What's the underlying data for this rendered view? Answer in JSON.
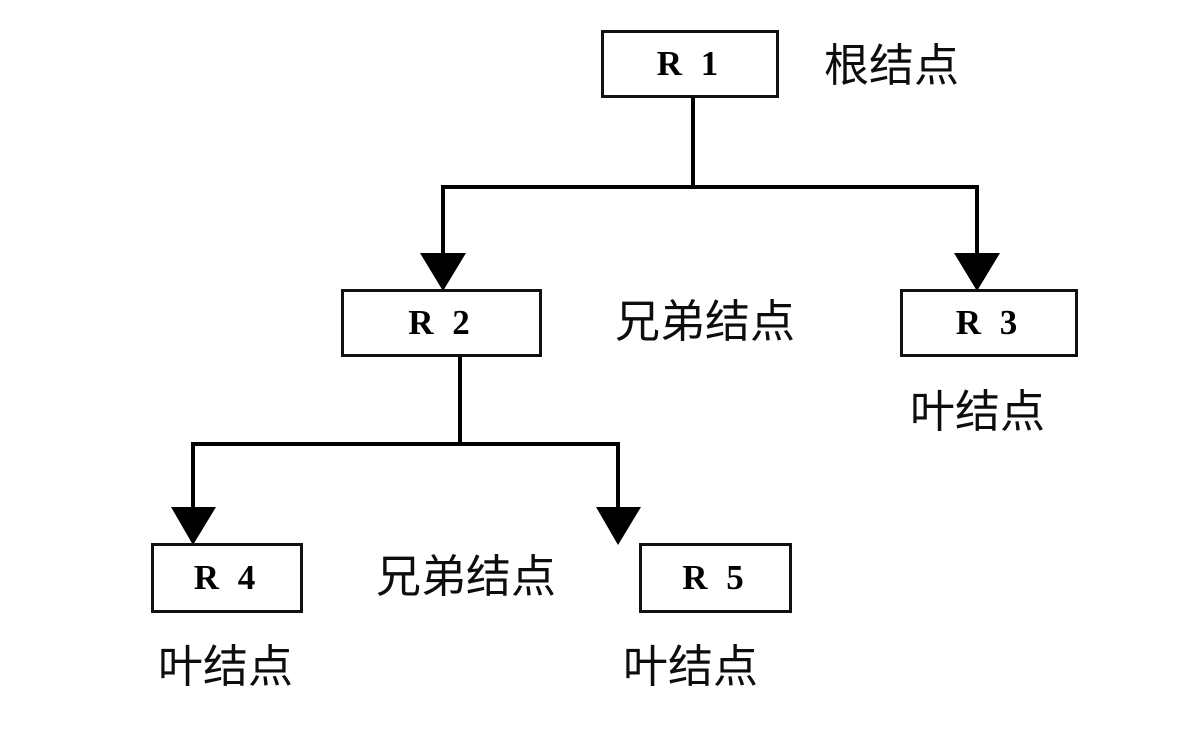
{
  "diagram": {
    "title": "Tree structure diagram with root, sibling and leaf nodes",
    "background_color": "#ffffff",
    "line_color": "#000000",
    "text_color": "#000000",
    "nodes": [
      {
        "id": "R1",
        "label": "R 1",
        "level": 0,
        "role": "root"
      },
      {
        "id": "R2",
        "label": "R 2",
        "level": 1,
        "role": "sibling"
      },
      {
        "id": "R3",
        "label": "R 3",
        "level": 1,
        "role": "leaf"
      },
      {
        "id": "R4",
        "label": "R 4",
        "level": 2,
        "role": "leaf"
      },
      {
        "id": "R5",
        "label": "R 5",
        "level": 2,
        "role": "leaf"
      }
    ],
    "edges": [
      {
        "from": "R1",
        "to": "R2"
      },
      {
        "from": "R1",
        "to": "R3"
      },
      {
        "from": "R2",
        "to": "R4"
      },
      {
        "from": "R2",
        "to": "R5"
      }
    ],
    "annotations": [
      {
        "id": "root-note",
        "text": "根结点",
        "refers_to": "R1"
      },
      {
        "id": "sibling-note-level1",
        "text": "兄弟结点",
        "refers_to": "R2, R3"
      },
      {
        "id": "leaf-note-r3",
        "text": "叶结点",
        "refers_to": "R3"
      },
      {
        "id": "sibling-note-level2",
        "text": "兄弟结点",
        "refers_to": "R4, R5"
      },
      {
        "id": "leaf-note-r4",
        "text": "叶结点",
        "refers_to": "R4"
      },
      {
        "id": "leaf-note-r5",
        "text": "叶结点",
        "refers_to": "R5"
      }
    ]
  }
}
